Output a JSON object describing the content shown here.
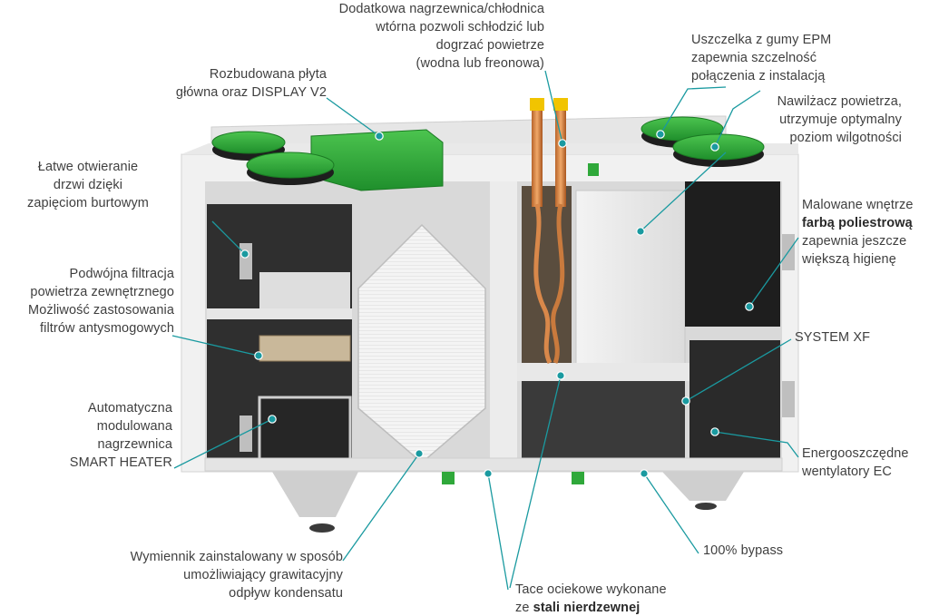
{
  "diagram": {
    "accent_color": "#1a9aa0",
    "green_color": "#2fa83a",
    "labels": {
      "reheater": [
        "Dodatkowa nagrzewnica/chłodnica",
        "wtórna pozwoli schłodzić lub",
        "dogrzać powietrze",
        "(wodna lub freonowa)"
      ],
      "gasket": [
        "Uszczelka z gumy EPM",
        "zapewnia szczelność",
        "połączenia z instalacją"
      ],
      "mainboard": [
        "Rozbudowana płyta",
        "główna oraz DISPLAY V2"
      ],
      "humidifier": [
        "Nawilżacz powietrza,",
        "utrzymuje optymalny",
        "poziom wilgotności"
      ],
      "doors": [
        "Łatwe otwieranie",
        "drzwi dzięki",
        "zapięciom burtowym"
      ],
      "interior": {
        "line1": "Malowane wnętrze",
        "line2_bold": "farbą poliestrową",
        "line3": "zapewnia jeszcze",
        "line4": "większą higienę"
      },
      "filtration": [
        "Podwójna filtracja",
        "powietrza zewnętrznego",
        "Możliwość zastosowania",
        "filtrów antysmogowych"
      ],
      "system_xf": "SYSTEM XF",
      "smart_heater": [
        "Automatyczna",
        "modulowana",
        "nagrzewnica",
        "SMART HEATER"
      ],
      "fans": [
        "Energooszczędne",
        "wentylatory EC"
      ],
      "bypass": "100% bypass",
      "exchanger": [
        "Wymiennik zainstalowany w sposób",
        "umożliwiający grawitacyjny",
        "odpływ kondensatu"
      ],
      "trays": {
        "line1": "Tace ociekowe wykonane",
        "line2_prefix": "ze ",
        "line2_bold": "stali nierdzewnej"
      }
    }
  }
}
